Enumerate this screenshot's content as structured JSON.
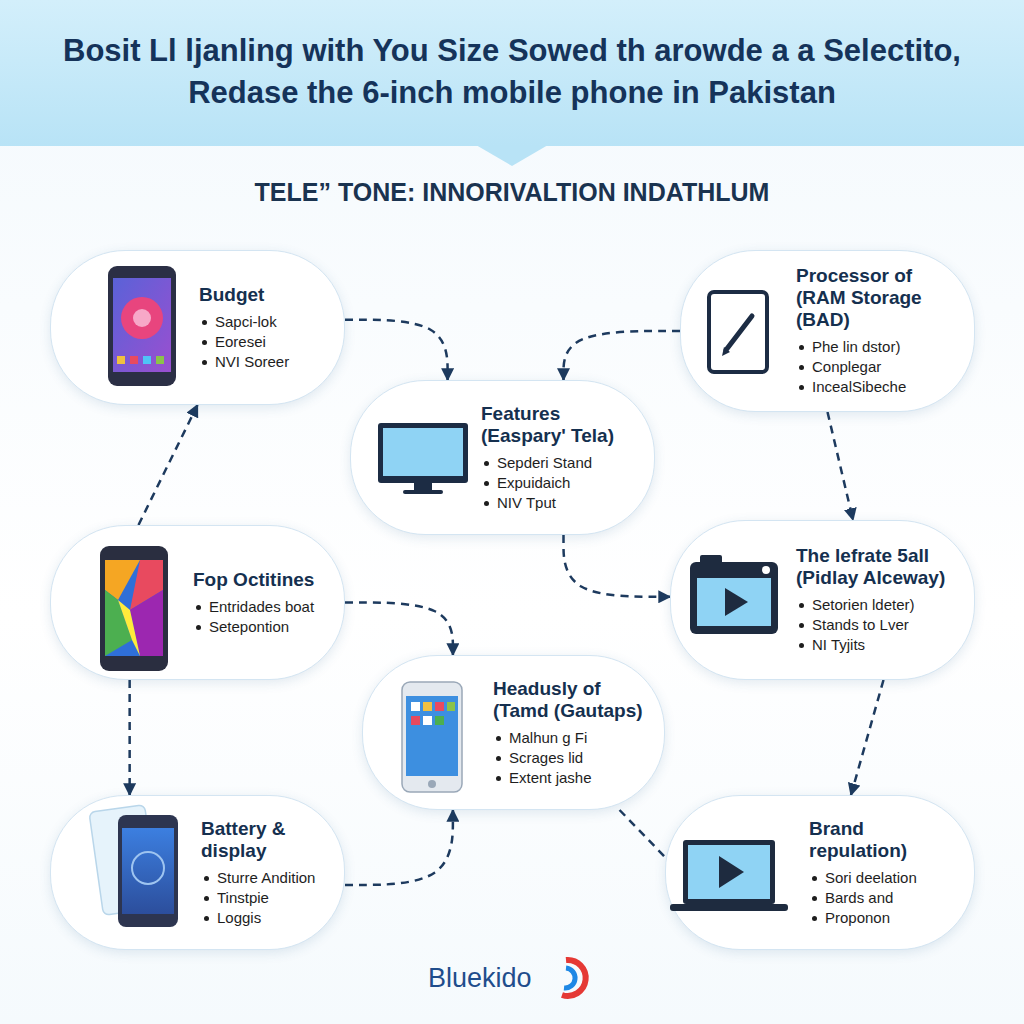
{
  "diagram": {
    "title": "Bosit Ll ljanling with You Size Sowed th arowde a a Selectito, Redase the 6-inch mobile phone in Pakistan",
    "nodes": [
      {
        "text": [
          "Budget",
          "Sapci-lok",
          "Eoresei",
          "NVI Soreer"
        ]
      },
      {
        "text": [
          "Processor of (RAM Storage (BAD)",
          "Phe lin dstor)",
          "Conplegar",
          "IncealSibeche"
        ]
      },
      {
        "text": [
          "Features (Easpary' Tela)",
          "Sepderi Stand",
          "Expuidaich",
          "NIV Tput"
        ]
      },
      {
        "text": [
          "Fop Octitines",
          "Entridades boat",
          "Setepontion"
        ]
      },
      {
        "text": [
          "The lefrate 5all (Pidlay Alceway)",
          "Setorien ldeter)",
          "Stands to Lver",
          "NI Tyjits"
        ]
      },
      {
        "text": [
          "Headusly of (Tamd (Gautaps)",
          "Malhun g Fi",
          "Scrages lid",
          "Extent jashe"
        ]
      },
      {
        "text": [
          "Battery & display",
          "Sturre Andition",
          "Tinstpie",
          "Loggis"
        ]
      },
      {
        "text": [
          "Brand repulation)",
          "Sori deelation",
          "Bards and",
          "Proponon"
        ]
      }
    ],
    "edges": [
      {
        "from": 0,
        "to": 2,
        "arrow": "to"
      },
      {
        "from": 1,
        "to": 2,
        "arrow": "to"
      },
      {
        "from": 1,
        "to": 4,
        "arrow": "to"
      },
      {
        "from": 2,
        "to": 4,
        "arrow": "to"
      },
      {
        "from": 3,
        "to": 0,
        "arrow": "to"
      },
      {
        "from": 3,
        "to": 5,
        "arrow": "to"
      },
      {
        "from": 3,
        "to": 6,
        "arrow": "to"
      },
      {
        "from": 6,
        "to": 5,
        "arrow": "to"
      },
      {
        "from": 5,
        "to": 7,
        "arrow": "none"
      },
      {
        "from": 4,
        "to": 7,
        "arrow": "to"
      }
    ],
    "labels": [
      "TELE” TONE: INNORIVALTION INDATHLUM",
      "Bluekido"
    ]
  }
}
